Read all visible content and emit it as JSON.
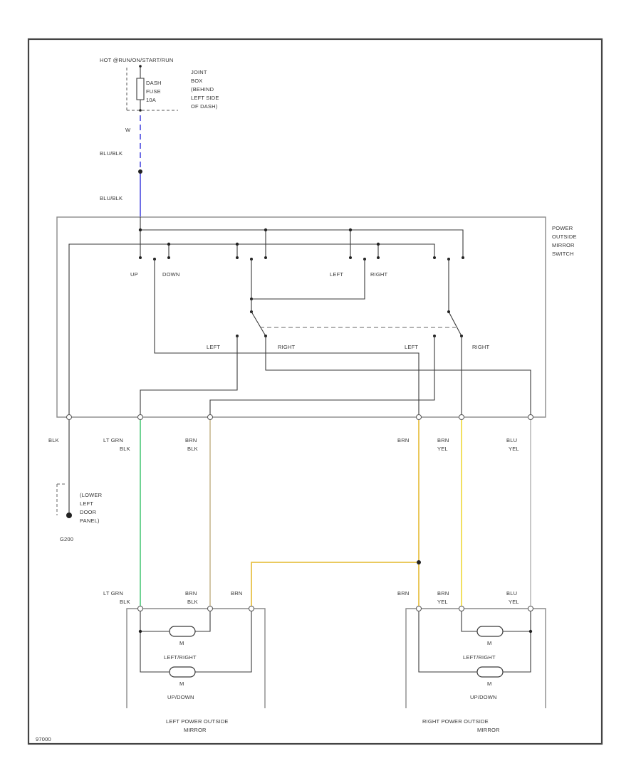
{
  "header": {
    "hot_line": "HOT @RUN/ON/START/RUN",
    "fuse_label": [
      "DASH",
      "FUSE",
      "10A"
    ],
    "fuse_location": [
      "JOINT",
      "BOX",
      "(BEHIND",
      "LEFT SIDE",
      "OF DASH)"
    ],
    "fuse_pin": "W"
  },
  "wires": {
    "feed_upper": "BLU/BLK",
    "feed_lower": "BLU/BLK",
    "ground_wire": "BLK",
    "lt_grn_blk": [
      "LT GRN",
      "BLK"
    ],
    "brn_blk": [
      "BRN",
      "BLK"
    ],
    "brn_mid": "BRN",
    "brn_yel": [
      "BRN",
      "YEL"
    ],
    "blu_yel": [
      "BLU",
      "YEL"
    ],
    "brn_bottom": "BRN",
    "brn_right_bottom": "BRN"
  },
  "ground": {
    "location": [
      "(LOWER",
      "LEFT",
      "DOOR",
      "PANEL)"
    ],
    "id": "G200"
  },
  "switch": {
    "name": [
      "POWER",
      "OUTSIDE",
      "MIRROR",
      "SWITCH"
    ],
    "labels": {
      "up": "UP",
      "down": "DOWN",
      "left": "LEFT",
      "right": "RIGHT",
      "sel_left": "LEFT",
      "sel_right": "RIGHT",
      "sel2_left": "LEFT",
      "sel2_right": "RIGHT"
    }
  },
  "mirrors": {
    "left": {
      "name": [
        "LEFT POWER OUTSIDE",
        "MIRROR"
      ],
      "motor1": "LEFT/RIGHT",
      "motor2": "UP/DOWN",
      "m": "M"
    },
    "right": {
      "name": [
        "RIGHT POWER OUTSIDE",
        "MIRROR"
      ],
      "motor1": "LEFT/RIGHT",
      "motor2": "UP/DOWN",
      "m": "M"
    }
  },
  "colors": {
    "blu_blk": "#4a4ae0",
    "lt_grn": "#4cc87a",
    "brn_blk": "#c8b890",
    "brn": "#e8c24a",
    "brn_yel": "#f2e060",
    "blu_yel": "#b0b0b0"
  },
  "footer": {
    "code": "97000"
  }
}
